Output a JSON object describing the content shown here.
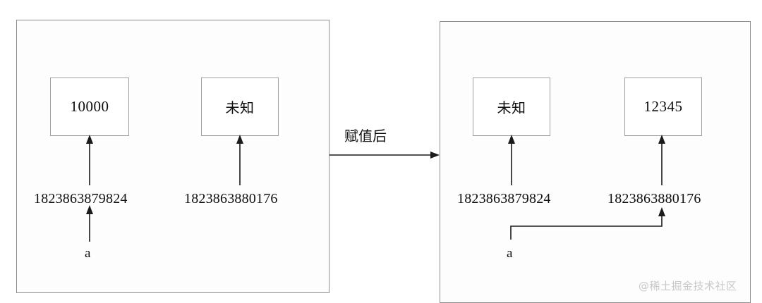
{
  "diagram": {
    "title_text": "",
    "background_color": "#ffffff",
    "line_color": "#1b1b1b",
    "box_border_color": "#9aa0a6",
    "panel_border_color": "#8a8f94",
    "watermark": "@稀土掘金技术社区",
    "transition": {
      "label": "赋值后",
      "arrow_name": "transition-arrow"
    },
    "panels": [
      {
        "id": "before",
        "name": "state-before-assignment",
        "boxes": [
          {
            "name": "value-box-10000",
            "value": "10000",
            "is_cjk": false
          },
          {
            "name": "value-box-unknown",
            "value": "未知",
            "is_cjk": true
          }
        ],
        "addresses": [
          {
            "name": "address-label-left",
            "value": "1823863879824"
          },
          {
            "name": "address-label-right",
            "value": "1823863880176"
          }
        ],
        "variables": [
          {
            "name": "variable-label-a",
            "value": "a"
          }
        ]
      },
      {
        "id": "after",
        "name": "state-after-assignment",
        "boxes": [
          {
            "name": "value-box-unknown",
            "value": "未知",
            "is_cjk": true
          },
          {
            "name": "value-box-12345",
            "value": "12345",
            "is_cjk": false
          }
        ],
        "addresses": [
          {
            "name": "address-label-left",
            "value": "1823863879824"
          },
          {
            "name": "address-label-right",
            "value": "1823863880176"
          }
        ],
        "variables": [
          {
            "name": "variable-label-a",
            "value": "a"
          }
        ]
      }
    ]
  }
}
